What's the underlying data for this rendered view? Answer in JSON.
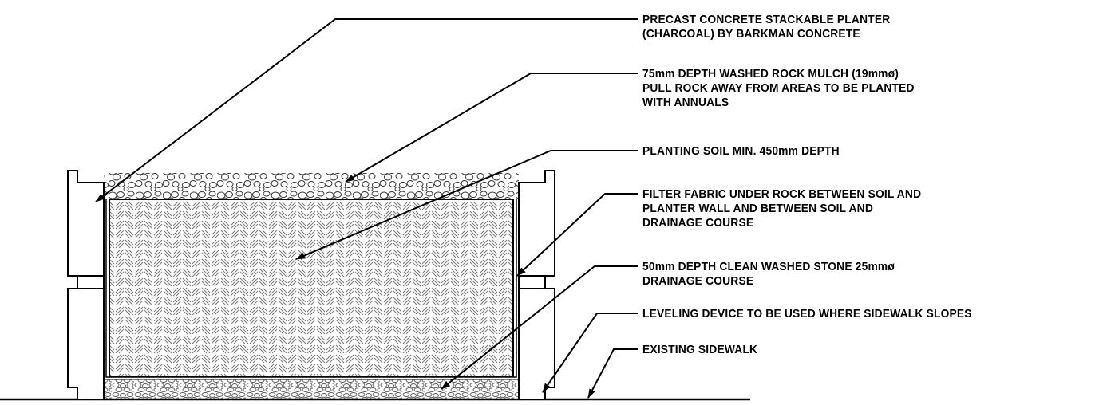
{
  "callouts": [
    {
      "id": "planter",
      "lines": [
        "PRECAST CONCRETE STACKABLE PLANTER",
        "(CHARCOAL) BY BARKMAN CONCRETE"
      ]
    },
    {
      "id": "mulch",
      "lines": [
        "75mm DEPTH WASHED ROCK MULCH (19mmø)",
        "PULL ROCK AWAY FROM AREAS TO BE PLANTED",
        "WITH ANNUALS"
      ]
    },
    {
      "id": "soil",
      "lines": [
        "PLANTING SOIL MIN. 450mm DEPTH"
      ]
    },
    {
      "id": "fabric",
      "lines": [
        "FILTER FABRIC UNDER ROCK BETWEEN SOIL AND",
        "PLANTER WALL AND BETWEEN SOIL AND",
        "DRAINAGE COURSE"
      ]
    },
    {
      "id": "drainage",
      "lines": [
        "50mm DEPTH CLEAN WASHED STONE 25mmø",
        "DRAINAGE COURSE"
      ]
    },
    {
      "id": "leveling",
      "lines": [
        "LEVELING DEVICE TO BE USED WHERE SIDEWALK SLOPES"
      ]
    },
    {
      "id": "sidewalk",
      "lines": [
        "EXISTING SIDEWALK"
      ]
    }
  ],
  "colors": {
    "line": "#000000",
    "hatch": "#777777",
    "stone": "#555555"
  }
}
